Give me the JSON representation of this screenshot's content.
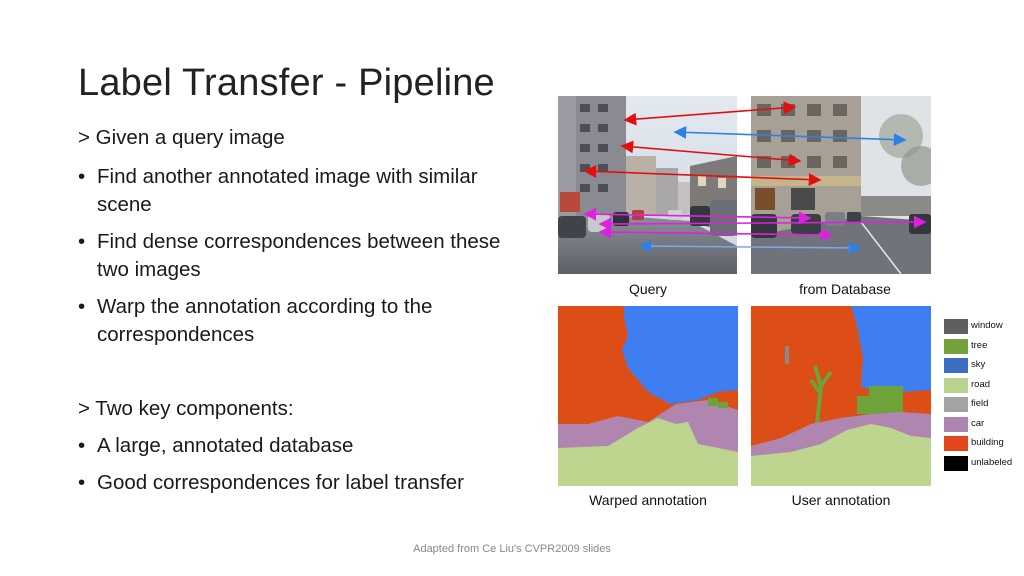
{
  "slide": {
    "title": "Label Transfer - Pipeline",
    "heading1": "> Given a query image",
    "bullets1": [
      "Find another annotated image with similar",
      "scene",
      "Find dense correspondences between these",
      "two images",
      "Warp the annotation according to the",
      "correspondences"
    ],
    "heading2": "> Two key components:",
    "bullets2": [
      "A large, annotated database",
      "Good correspondences for label transfer"
    ],
    "bullet_glyph": "•"
  },
  "figure": {
    "captions": {
      "query": "Query",
      "database": "from Database",
      "warped": "Warped annotation",
      "user": "User annotation"
    },
    "legend": [
      {
        "label": "window",
        "color": "#5f5f5f"
      },
      {
        "label": "tree",
        "color": "#73a23c"
      },
      {
        "label": "sky",
        "color": "#3c6fc1"
      },
      {
        "label": "road",
        "color": "#b9d38e"
      },
      {
        "label": "field",
        "color": "#a3a3a3"
      },
      {
        "label": "car",
        "color": "#ad86b0"
      },
      {
        "label": "building",
        "color": "#e1471b"
      },
      {
        "label": "unlabeled",
        "color": "#000000"
      }
    ],
    "label_colors": {
      "sky": "#3f7ef0",
      "building": "#dd4d16",
      "car": "#b086b0",
      "road": "#bdd58f",
      "tree": "#6ea33a",
      "window": "#8a8a8a"
    },
    "arrow_colors": {
      "red": "#e01010",
      "blue": "#2f7fe8",
      "magenta": "#e020e0"
    }
  },
  "footer": "Adapted from Ce Liu's CVPR2009 slides"
}
